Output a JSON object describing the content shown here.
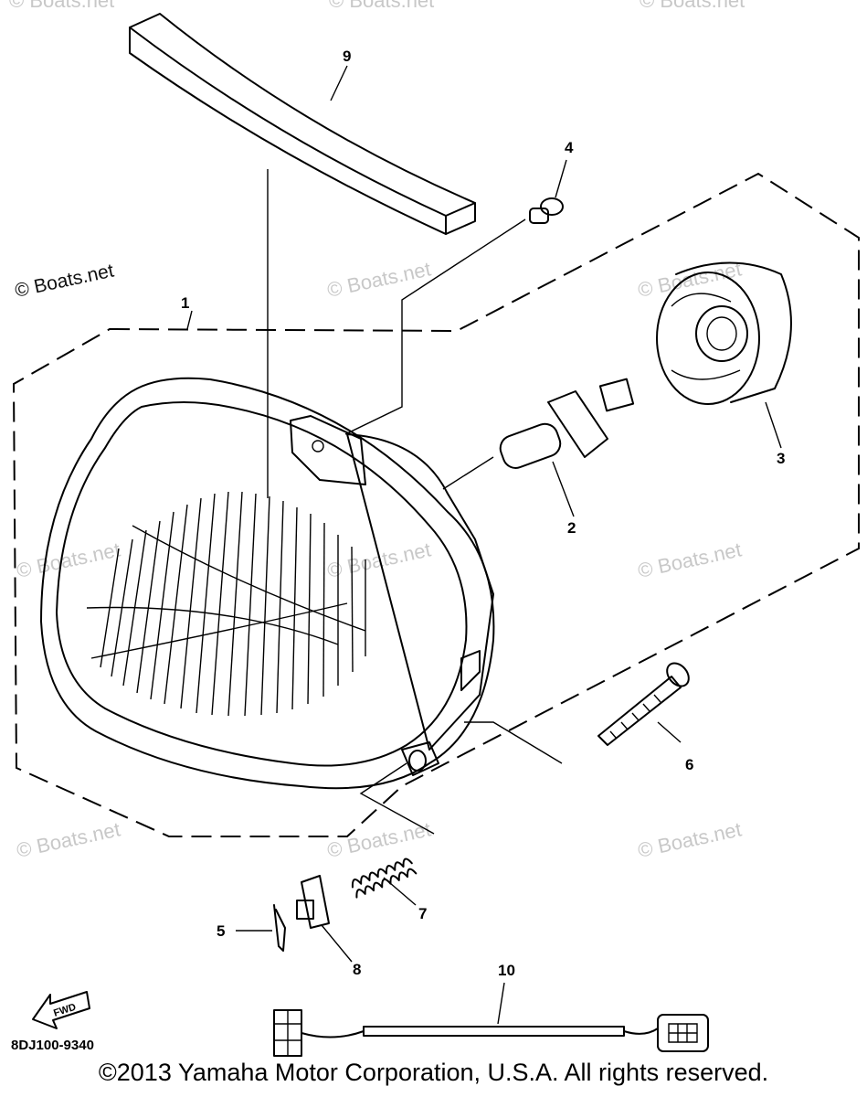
{
  "callouts": {
    "c1": "1",
    "c2": "2",
    "c3": "3",
    "c4": "4",
    "c5": "5",
    "c6": "6",
    "c7": "7",
    "c8": "8",
    "c9": "9",
    "c10": "10"
  },
  "watermark": {
    "text": "© Boats.net"
  },
  "fwd_label": "FWD",
  "part_code": "8DJ100-9340",
  "copyright": "©2013 Yamaha Motor Corporation, U.S.A. All rights reserved."
}
